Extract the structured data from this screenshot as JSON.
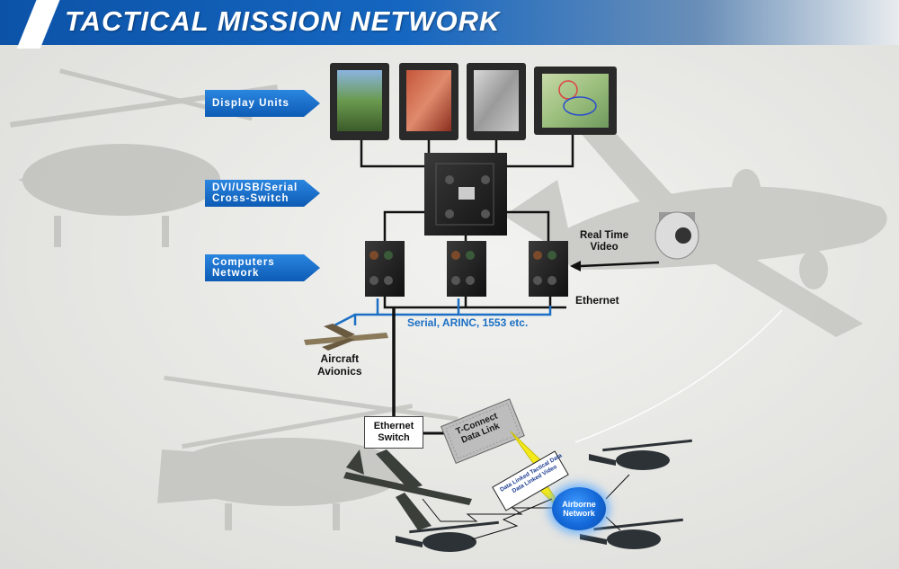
{
  "title": "TACTICAL MISSION NETWORK",
  "callouts": {
    "display_units": "Display Units",
    "cross_switch_line1": "DVI/USB/Serial",
    "cross_switch_line2": "Cross-Switch",
    "computers_line1": "Computers",
    "computers_line2": "Network"
  },
  "labels": {
    "real_time_line1": "Real Time",
    "real_time_line2": "Video",
    "ethernet": "Ethernet",
    "serial": "Serial, ARINC, 1553 etc.",
    "avionics_line1": "Aircraft",
    "avionics_line2": "Avionics",
    "switch_line1": "Ethernet",
    "switch_line2": "Switch",
    "tconnect_line1": "T-Connect",
    "tconnect_line2": "Data Link",
    "data_link_line1": "Data Linked Tactical Data",
    "data_link_line2": "Data Linked Video",
    "airborne_line1": "Airborne",
    "airborne_line2": "Network"
  },
  "colors": {
    "header_blue": "#0c53a8",
    "callout_blue": "#1565c0",
    "serial_line_blue": "#1b6fc4",
    "lightning_yellow": "#f4ea1a",
    "airborne_blue": "#1468d8"
  }
}
